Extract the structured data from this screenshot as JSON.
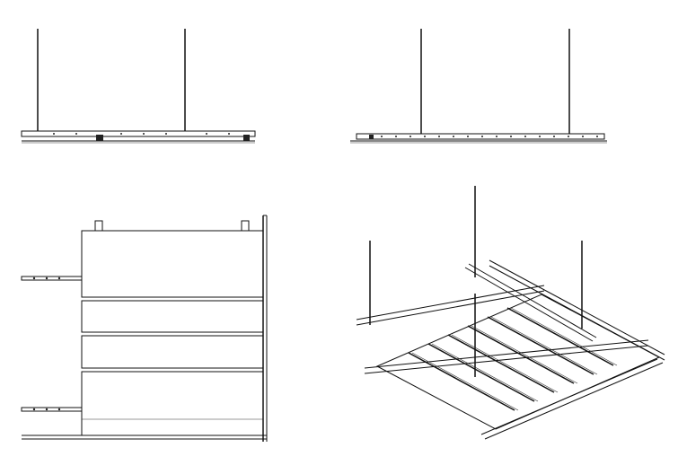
{
  "drawing": {
    "views": [
      {
        "view": "front-elevation"
      },
      {
        "view": "side-elevation"
      },
      {
        "view": "plan"
      },
      {
        "view": "isometric"
      }
    ],
    "colors": {
      "line": "#111111",
      "background": "#ffffff"
    }
  }
}
